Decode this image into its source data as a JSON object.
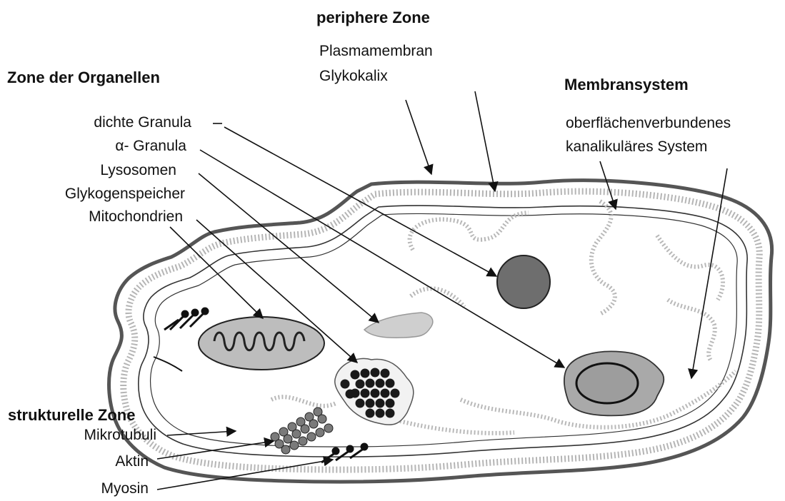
{
  "zones": {
    "peripheral": {
      "title": "periphere Zone",
      "items": [
        "Plasmamembran",
        "Glykokalix"
      ]
    },
    "organelles": {
      "title": "Zone der Organellen",
      "items": [
        "dichte Granula",
        "α- Granula",
        "Lysosomen",
        "Glykogenspeicher",
        "Mitochondrien"
      ]
    },
    "membrane": {
      "title": "Membransystem",
      "items": [
        "oberflächenverbundenes",
        "kanalikuläres System"
      ]
    },
    "structural": {
      "title": "strukturelle Zone",
      "items": [
        "Mikrotubuli",
        "Aktin",
        "Myosin"
      ]
    }
  },
  "colors": {
    "outline": "#555555",
    "dense_granule": "#6e6e6e",
    "alpha_granule": "#a9a9a9",
    "stipple": "#b5b5b5",
    "ink": "#111111"
  }
}
